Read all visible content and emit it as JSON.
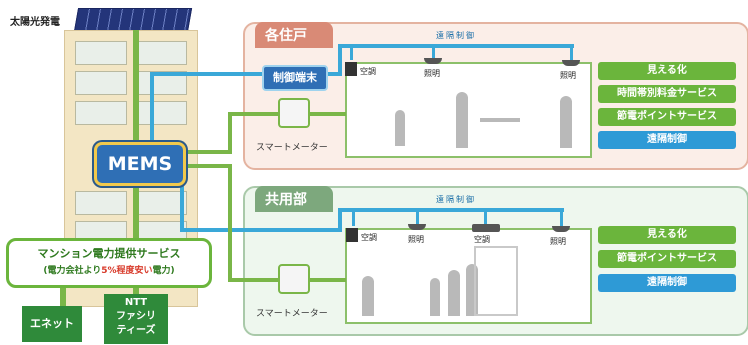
{
  "solar_label": "太陽光発電",
  "mems_label": "MEMS",
  "terminal_label": "制御端末",
  "private": {
    "tab": "各住戸",
    "remote_control_label": "遠隔制御",
    "devices": [
      "空調",
      "照明",
      "照明"
    ],
    "meter_label": "スマートメーター",
    "services": [
      "見える化",
      "時間帯別料金サービス",
      "節電ポイントサービス",
      "遠隔制御"
    ]
  },
  "common": {
    "tab": "共用部",
    "remote_control_label": "遠隔制御",
    "devices": [
      "空調",
      "照明",
      "空調",
      "照明"
    ],
    "meter_label": "スマートメーター",
    "services": [
      "見える化",
      "節電ポイントサービス",
      "遠隔制御"
    ]
  },
  "mansion_service": {
    "title": "マンション電力提供サービス",
    "sub_prefix": "(電力会社より",
    "sub_highlight": "5%程度安い",
    "sub_suffix": "電力)"
  },
  "companies": [
    "エネット",
    "NTT\nファシリ\nティーズ"
  ],
  "colors": {
    "pipe": "#3aa8d8",
    "green": "#6bb53c",
    "mems": "#2f6fb5",
    "blue_button": "#2e9ad6"
  }
}
